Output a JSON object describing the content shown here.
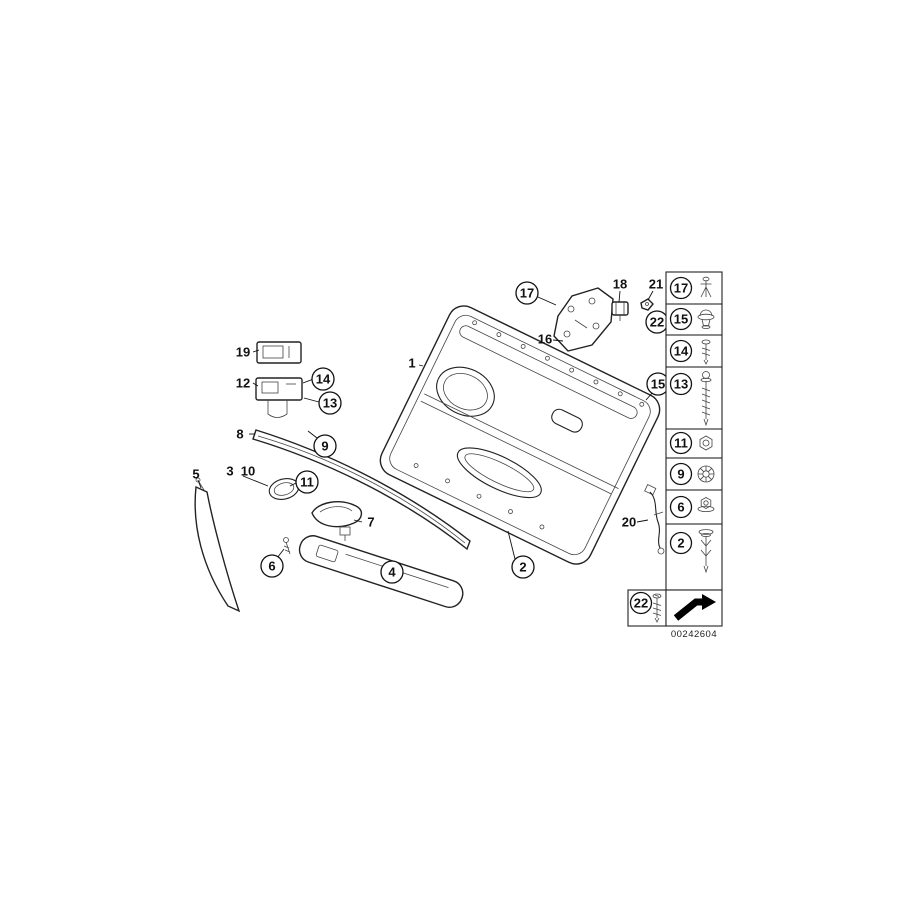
{
  "drawing_number": "00242604",
  "colors": {
    "line": "#1a1a1a",
    "background": "#ffffff"
  },
  "diagram": {
    "circled_callouts": [
      "17",
      "14",
      "13",
      "9",
      "11",
      "6",
      "4",
      "2",
      "15",
      "22"
    ],
    "plain_callouts": [
      "19",
      "12",
      "8",
      "5",
      "3",
      "10",
      "7",
      "1",
      "16",
      "18",
      "21",
      "20"
    ]
  },
  "sidebar": {
    "rows": [
      {
        "label": "17",
        "icon": "expanding-clip-icon"
      },
      {
        "label": "15",
        "icon": "grommet-icon"
      },
      {
        "label": "14",
        "icon": "screw-clip-icon"
      },
      {
        "label": "13",
        "icon": "long-screw-icon"
      },
      {
        "label": "11",
        "icon": "hex-nut-icon"
      },
      {
        "label": "9",
        "icon": "push-fastener-icon"
      },
      {
        "label": "6",
        "icon": "flange-nut-icon"
      },
      {
        "label": "2",
        "icon": "expansion-rivet-icon"
      }
    ],
    "footer": {
      "label": "22",
      "icon": "screw-icon",
      "nav_icon": "direction-arrow-icon"
    }
  }
}
